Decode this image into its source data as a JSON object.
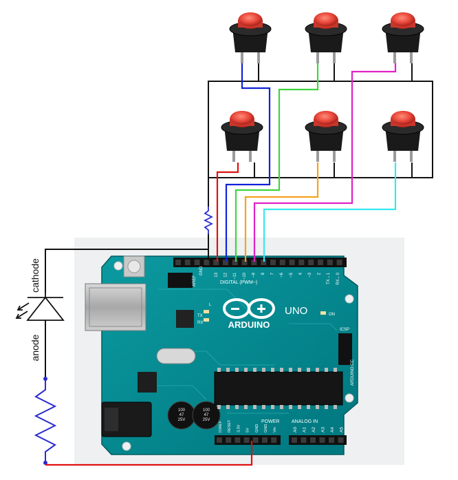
{
  "labels": {
    "cathode": "cathode",
    "anode": "anode"
  },
  "board": {
    "logo": "ARDUINO",
    "model": "UNO",
    "brand_side": "ARDUINO.CC",
    "digital_header": "DIGITAL (PWM~)",
    "power_header": "POWER",
    "analog_header": "ANALOG IN",
    "aref": "AREF",
    "gnd": "GND",
    "tx": "TX",
    "rx": "RX",
    "on": "ON",
    "icsp": "ICSP",
    "l": "L",
    "digital_pins": [
      "13",
      "12",
      "~11",
      "~10",
      "~9",
      "8",
      "7",
      "~6",
      "~5",
      "4",
      "~3",
      "2",
      "TX→1",
      "RX←0"
    ],
    "power_pins": [
      "IOREF",
      "RESET",
      "3.3V",
      "5V",
      "GND",
      "GND",
      "Vin"
    ],
    "analog_pins": [
      "A0",
      "A1",
      "A2",
      "A3",
      "A4",
      "A5"
    ],
    "cap_label_1": "100\n47\n25V",
    "cap_label_2": "100\n47\n25V"
  },
  "colors": {
    "wire_black": "#111111",
    "wire_red": "#e01010",
    "wire_blue": "#1020d8",
    "wire_green": "#3fd43f",
    "wire_orange": "#f5a21b",
    "wire_magenta": "#e020c8",
    "wire_cyan": "#35e8f0",
    "resistor_blue": "#2a2ad0",
    "board": "#00878f",
    "button_cap": "#e8473a",
    "button_body": "#1a1a1a"
  }
}
